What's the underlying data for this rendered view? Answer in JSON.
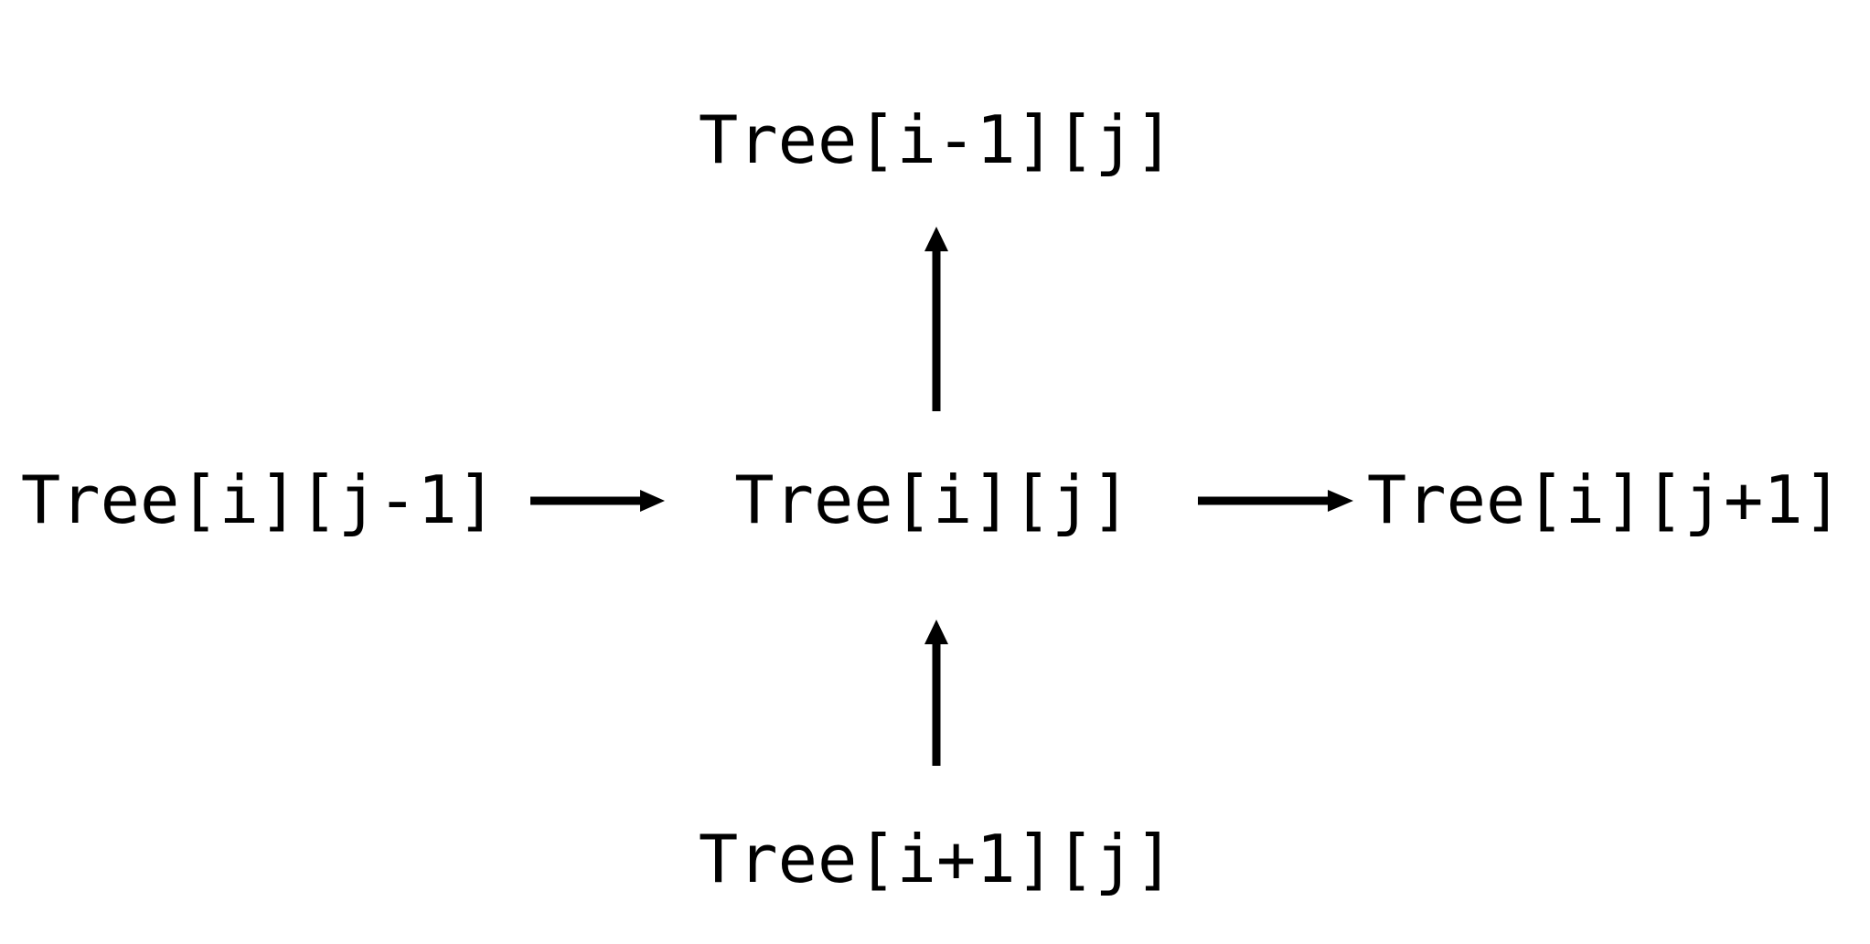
{
  "diagram": {
    "nodes": {
      "up": "Tree[i-1][j]",
      "left": "Tree[i][j-1]",
      "center": "Tree[i][j]",
      "right": "Tree[i][j+1]",
      "down": "Tree[i+1][j]"
    },
    "edges": [
      {
        "from": "left",
        "to": "center"
      },
      {
        "from": "center",
        "to": "right"
      },
      {
        "from": "center",
        "to": "up"
      },
      {
        "from": "down",
        "to": "center"
      }
    ],
    "colors": {
      "text": "#000000",
      "arrow": "#000000",
      "background": "#ffffff"
    }
  }
}
